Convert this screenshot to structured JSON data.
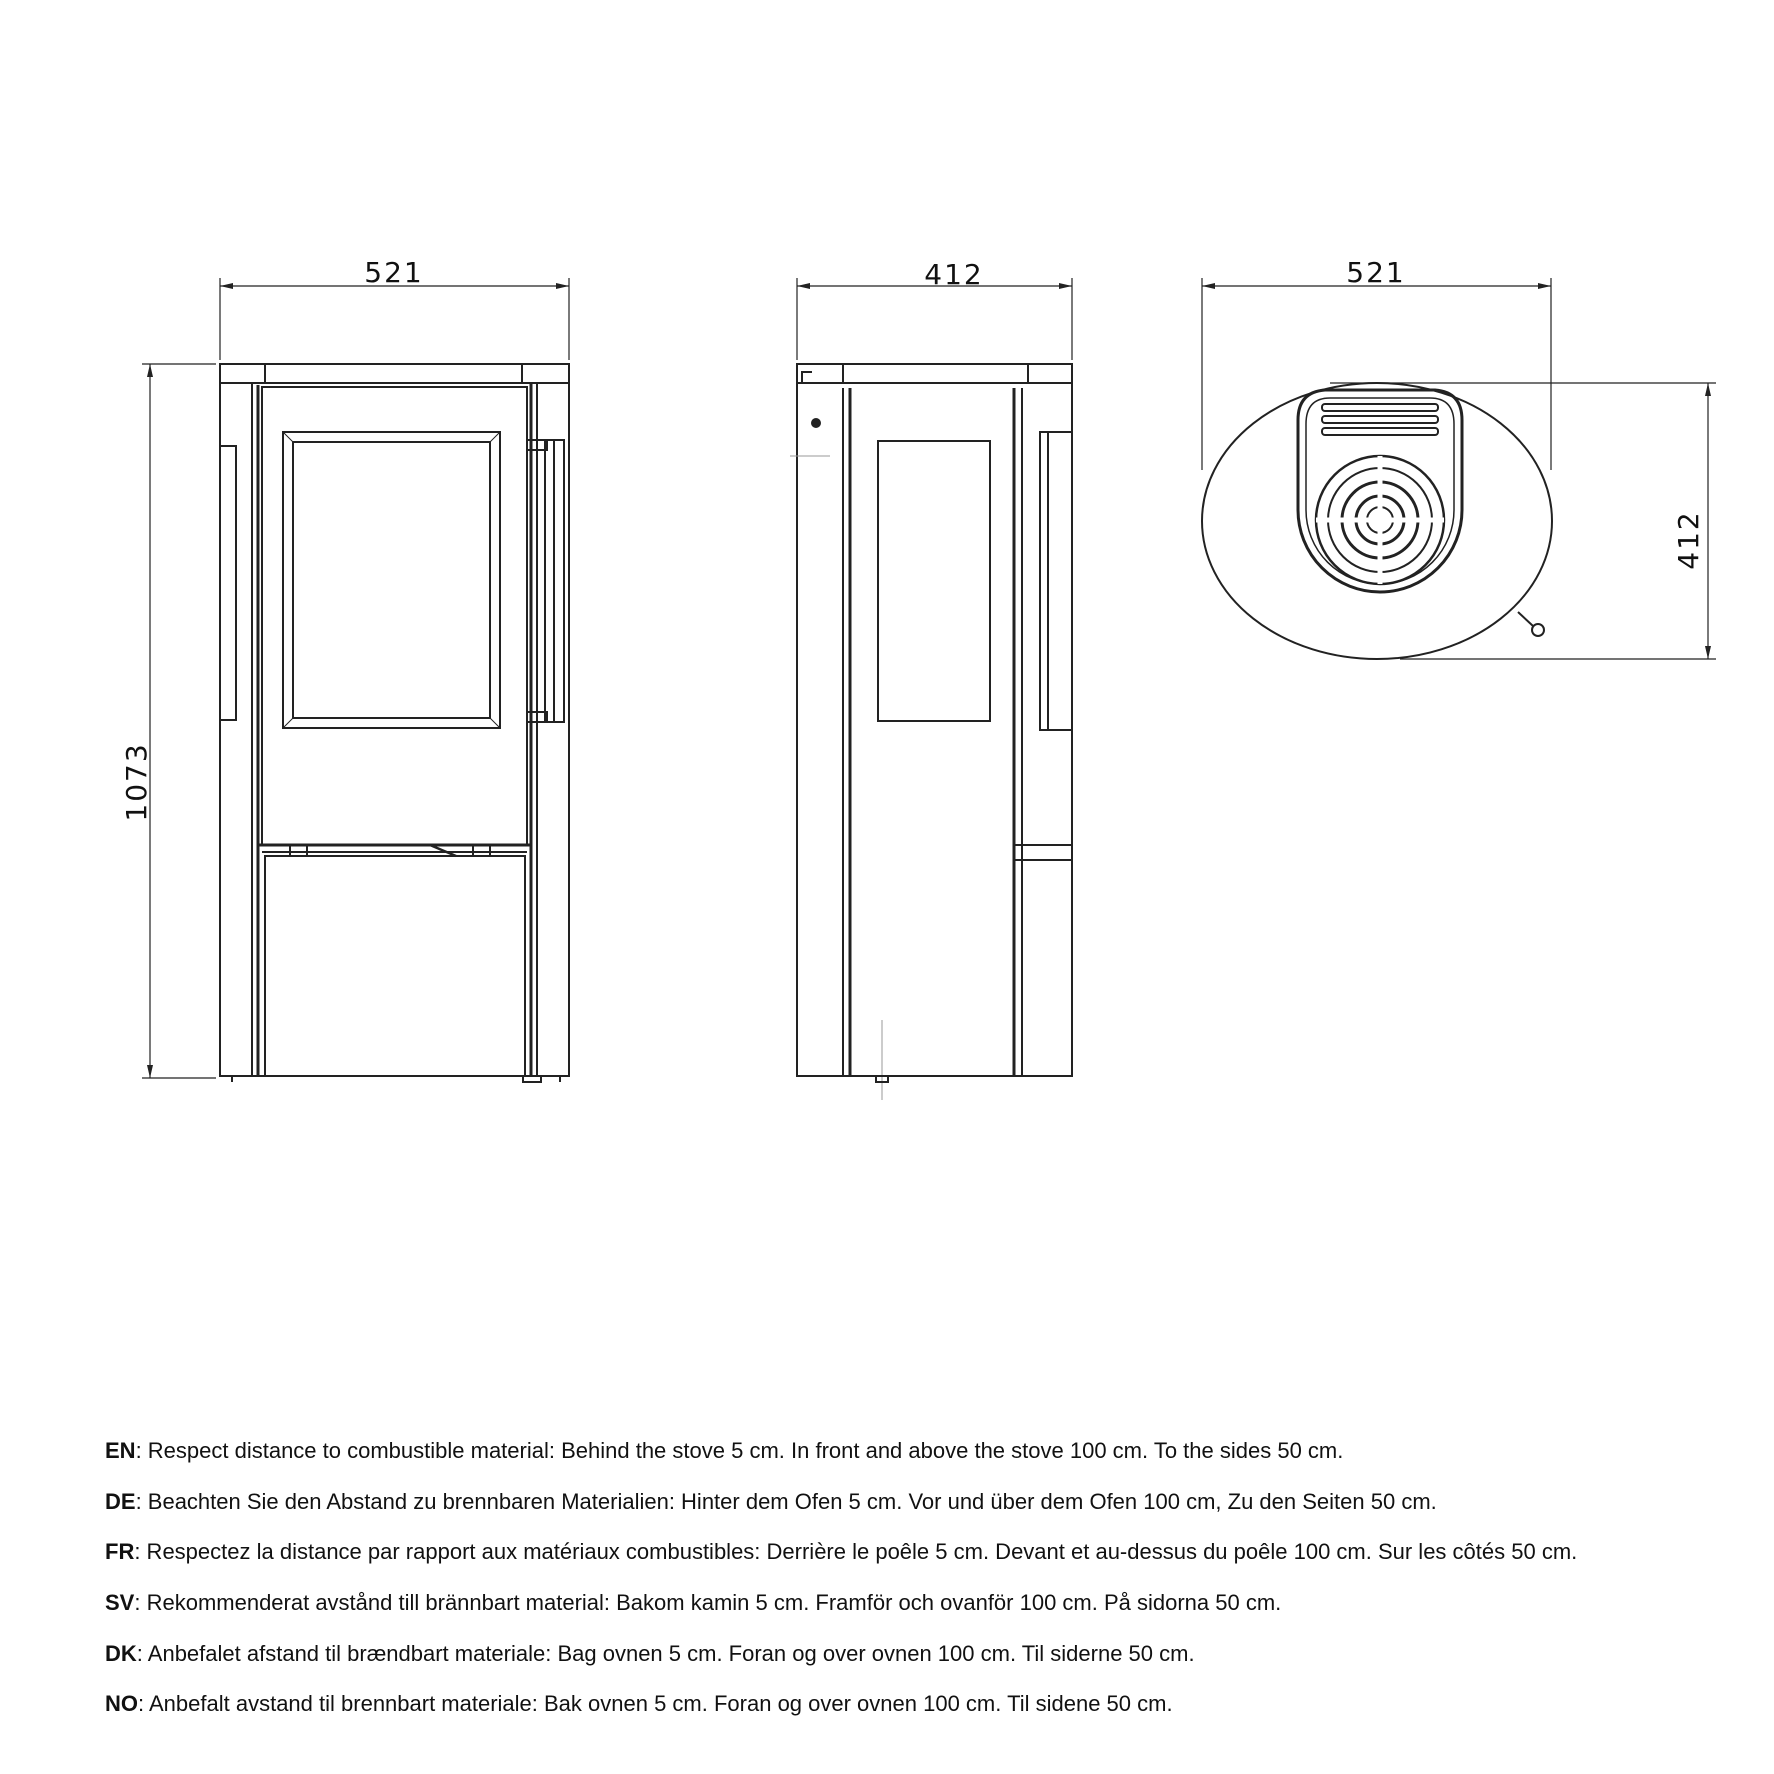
{
  "drawings": {
    "front_view": {
      "width_label": "521",
      "height_label": "1073"
    },
    "side_view": {
      "depth_label": "412"
    },
    "top_view": {
      "width_label": "521",
      "depth_label": "412"
    }
  },
  "notes": [
    {
      "lang": "EN",
      "text": ": Respect distance to combustible material: Behind the stove 5 cm. In front and above the stove 100 cm. To the sides 50 cm."
    },
    {
      "lang": "DE",
      "text": ": Beachten Sie den Abstand zu brennbaren Materialien: Hinter dem Ofen 5 cm. Vor und über dem Ofen 100 cm, Zu den Seiten 50 cm."
    },
    {
      "lang": "FR",
      "text": ": Respectez la distance par rapport aux matériaux combustibles: Derrière le poêle 5 cm. Devant et au-dessus du poêle 100 cm. Sur les côtés 50 cm."
    },
    {
      "lang": "SV",
      "text": ": Rekommenderat avstånd till brännbart material: Bakom kamin 5 cm. Framför och ovanför 100 cm. På sidorna 50 cm."
    },
    {
      "lang": "DK",
      "text": ": Anbefalet afstand til brændbart materiale: Bag ovnen 5 cm.  Foran og over ovnen 100 cm.  Til siderne 50 cm."
    },
    {
      "lang": "NO",
      "text": ": Anbefalt avstand til brennbart materiale: Bak ovnen 5 cm.  Foran og over ovnen 100 cm.  Til sidene 50 cm."
    }
  ]
}
